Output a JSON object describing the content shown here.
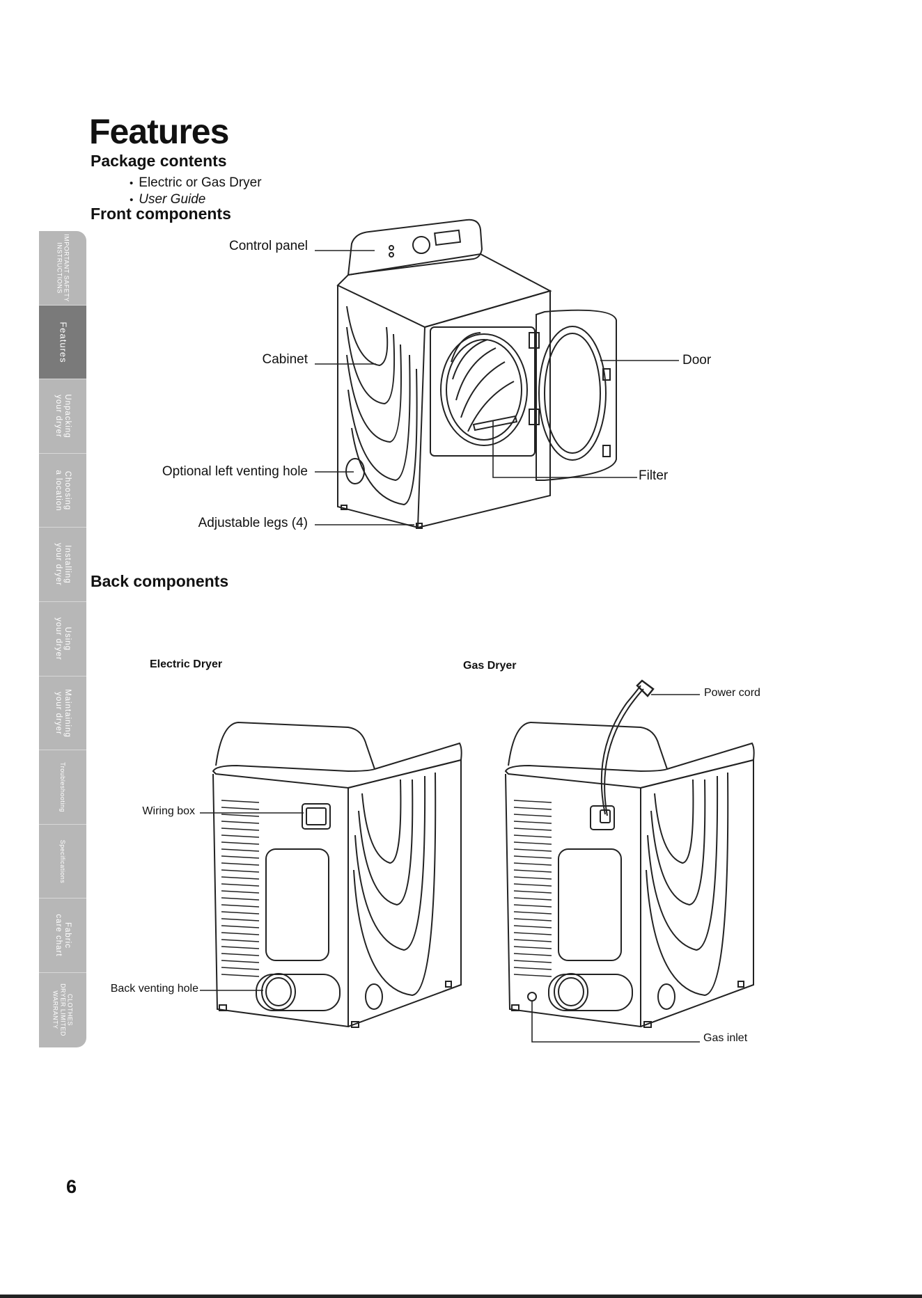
{
  "title": "Features",
  "package": {
    "heading": "Package contents",
    "items": [
      "Electric or Gas Dryer",
      "User Guide"
    ]
  },
  "front": {
    "heading": "Front components",
    "callouts": {
      "control_panel": "Control panel",
      "cabinet": "Cabinet",
      "left_vent": "Optional left venting hole",
      "legs": "Adjustable legs (4)",
      "door": "Door",
      "filter": "Filter"
    }
  },
  "back": {
    "heading": "Back components",
    "electric_label": "Electric Dryer",
    "gas_label": "Gas Dryer",
    "callouts": {
      "wiring_box": "Wiring box",
      "back_vent": "Back venting hole",
      "power_cord": "Power cord",
      "gas_inlet": "Gas inlet"
    }
  },
  "side_tabs": [
    {
      "label": "IMPORTANT SAFETY\nINSTRUCTIONS",
      "active": false
    },
    {
      "label": "Features",
      "active": true
    },
    {
      "label": "Unpacking\nyour dryer",
      "active": false
    },
    {
      "label": "Choosing\na location",
      "active": false
    },
    {
      "label": "Installing\nyour dryer",
      "active": false
    },
    {
      "label": "Using\nyour dryer",
      "active": false
    },
    {
      "label": "Maintaining\nyour dryer",
      "active": false
    },
    {
      "label": "Troubleshooting",
      "active": false
    },
    {
      "label": "Specifications",
      "active": false
    },
    {
      "label": "Fabric\ncare chart",
      "active": false
    },
    {
      "label": "CLOTHES\nDRYER LIMITED\nWARRANTY",
      "active": false
    }
  ],
  "page_number": "6"
}
